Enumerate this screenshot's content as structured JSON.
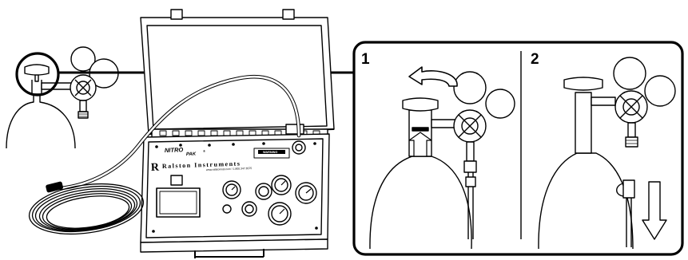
{
  "panel": {
    "step_1_label": "1",
    "step_2_label": "2"
  },
  "case": {
    "brand_left": "NITRO",
    "brand_right": "PAK",
    "trademark": "®",
    "warning_label": "WARNING",
    "manufacturer": "Ralston Instruments",
    "manufacturer_mark": "R",
    "contact_line": "www.ralstoninst.com / 1.800.347.6575"
  },
  "icons": {
    "step1_action": "rotate-counterclockwise-arrow-icon",
    "step1_gauge": "up-arrow-icon",
    "step2_action": "down-arrow-icon"
  },
  "colors": {
    "line": "#000000",
    "background": "#ffffff",
    "arrow_fill": "#ffffff"
  }
}
